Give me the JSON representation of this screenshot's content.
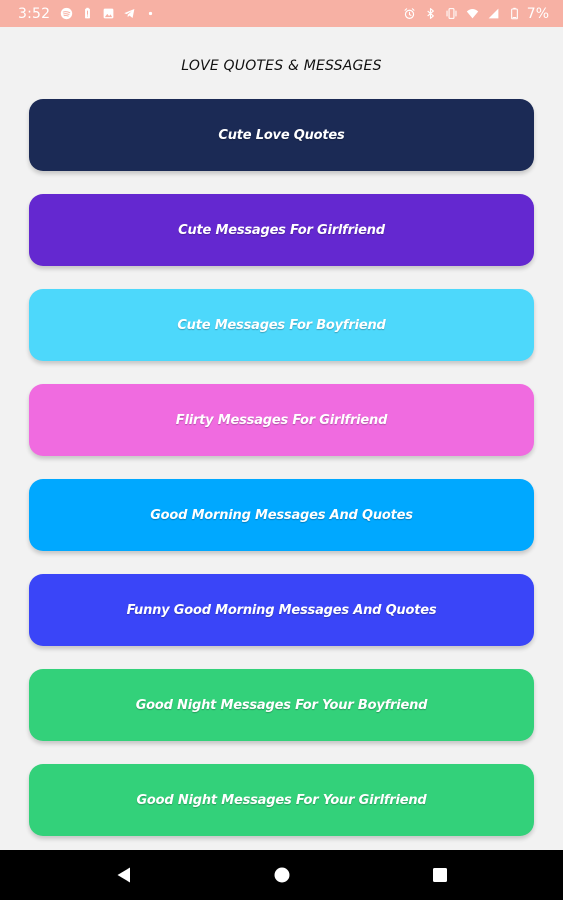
{
  "status_bar": {
    "time": "3:52",
    "battery": "7%",
    "background": "#f7b1a4"
  },
  "page": {
    "title": "LOVE QUOTES & MESSAGES"
  },
  "menu": [
    {
      "label": "Cute Love Quotes",
      "color": "#1b2a55"
    },
    {
      "label": "Cute Messages For Girlfriend",
      "color": "#6428d0"
    },
    {
      "label": "Cute Messages For Boyfriend",
      "color": "#4dd8fb"
    },
    {
      "label": "Flirty Messages For Girlfriend",
      "color": "#f06be0"
    },
    {
      "label": "Good Morning Messages And Quotes",
      "color": "#00a8ff"
    },
    {
      "label": "Funny Good Morning Messages And Quotes",
      "color": "#3a45f8"
    },
    {
      "label": "Good Night Messages For Your Boyfriend",
      "color": "#33d17a"
    },
    {
      "label": "Good Night Messages For Your Girlfriend",
      "color": "#33d17a"
    }
  ],
  "nav_bar": {
    "icons": [
      "back-icon",
      "home-icon",
      "recents-icon"
    ]
  }
}
